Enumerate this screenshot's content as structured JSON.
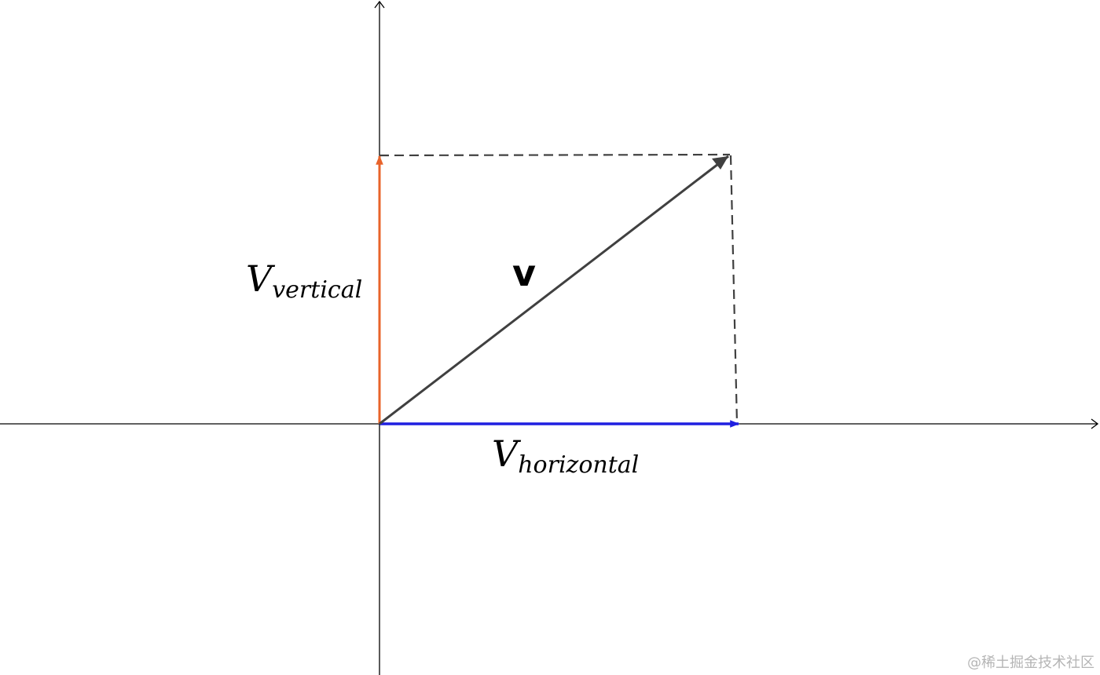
{
  "labels": {
    "vector": "v",
    "vertical_main": "V",
    "vertical_sub": "vertical",
    "horizontal_main": "V",
    "horizontal_sub": "horizontal"
  },
  "watermark": "@稀土掘金技术社区",
  "colors": {
    "axis": "#000000",
    "vector": "#404040",
    "vertical_component": "#e8632a",
    "horizontal_component": "#1f1fe0",
    "projection_dash": "#404040",
    "watermark": "#b5b5b5"
  }
}
